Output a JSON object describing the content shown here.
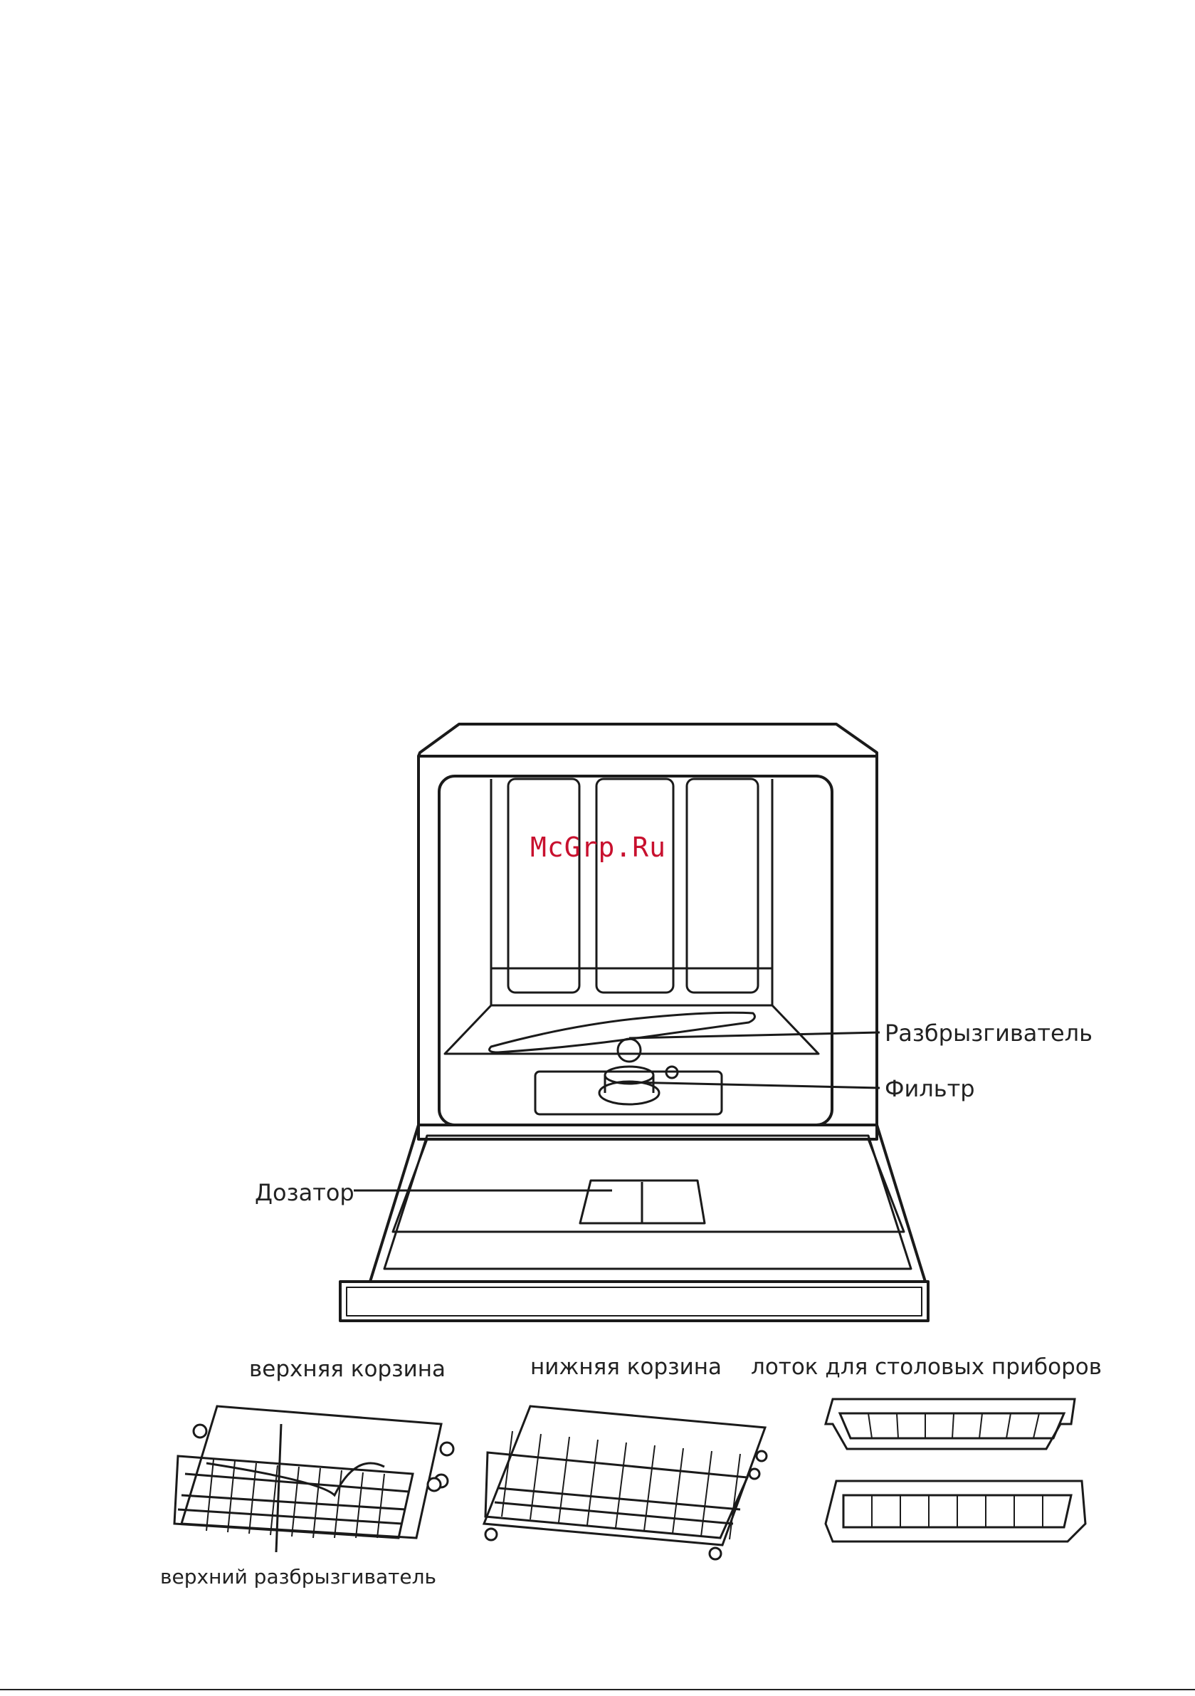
{
  "watermark": "McGrp.Ru",
  "callouts": {
    "sprayer": "Разбрызгиватель",
    "filter": "Фильтр",
    "dispenser": "Дозатор"
  },
  "accessories": {
    "upper_basket": "верхняя корзина",
    "lower_basket": "нижняя корзина",
    "cutlery_tray": "лоток для столовых приборов",
    "upper_sprayer": "верхний разбрызгиватель"
  }
}
